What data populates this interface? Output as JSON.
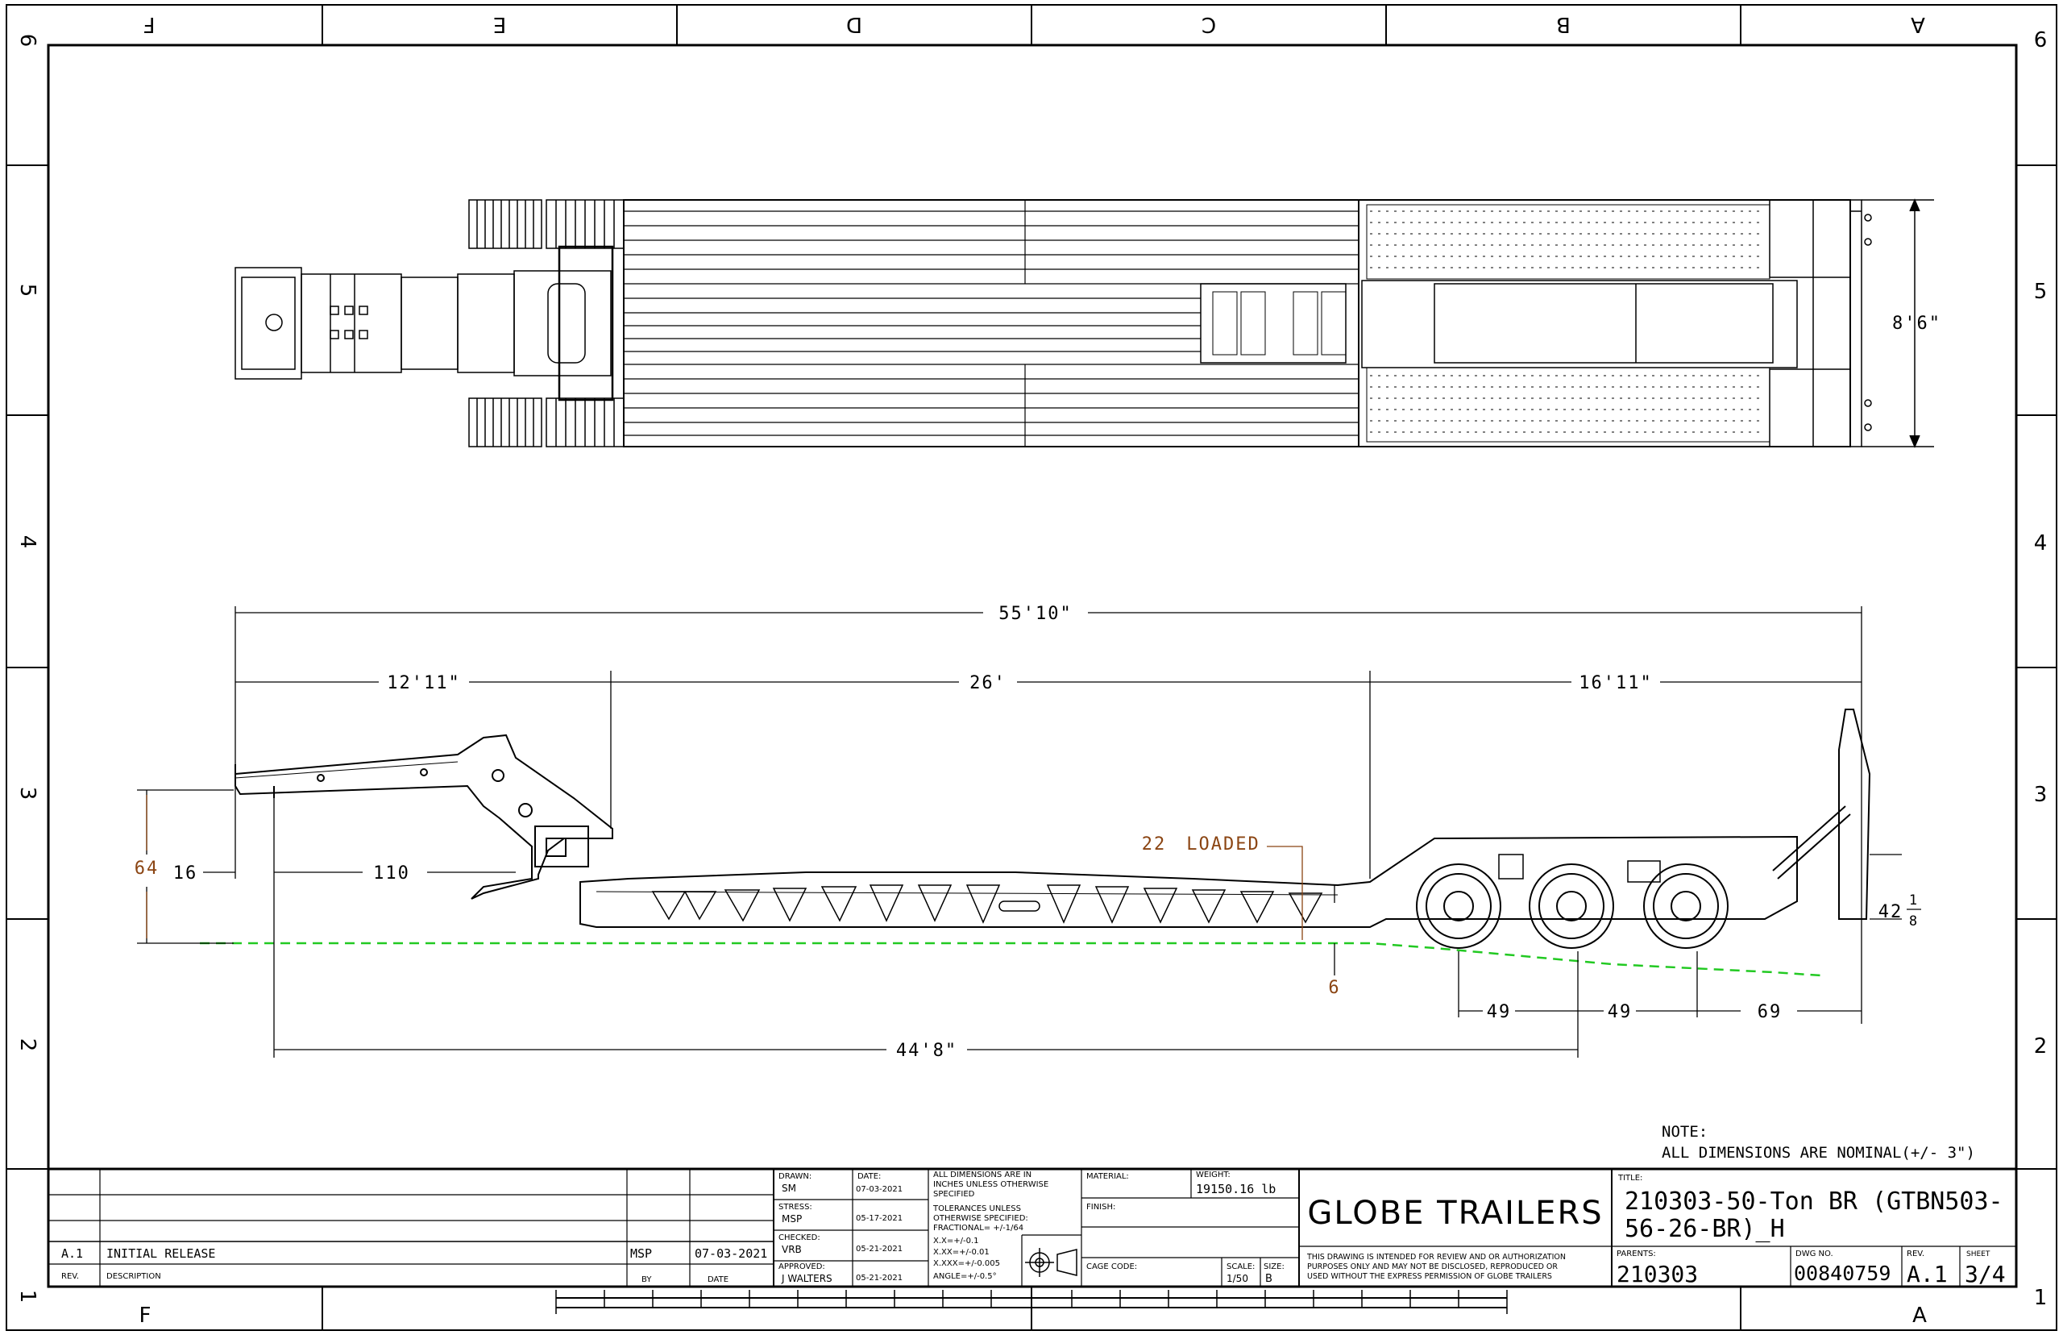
{
  "zones": {
    "columns": [
      "F",
      "E",
      "D",
      "C",
      "B",
      "A"
    ],
    "rows": [
      "6",
      "5",
      "4",
      "3",
      "2",
      "1"
    ]
  },
  "dimensions": {
    "overall_length": "55'10\"",
    "gooseneck_length": "12'11\"",
    "deck_length": "26'",
    "rear_length": "16'11\"",
    "width": "8'6\"",
    "kingpin_to_axle": "44'8\"",
    "height_64": "64",
    "d16": "16",
    "d110": "110",
    "loaded_value": "22",
    "loaded_label": "LOADED",
    "d6": "6",
    "axle1": "49",
    "axle2": "49",
    "axle3": "69",
    "rear_height_whole": "42",
    "rear_height_num": "1",
    "rear_height_den": "8"
  },
  "note": {
    "label": "NOTE:",
    "text": "ALL DIMENSIONS ARE NOMINAL(+/- 3\")"
  },
  "revision_block": {
    "rev": "A.1",
    "description": "INITIAL RELEASE",
    "by": "MSP",
    "date": "07-03-2021",
    "rev_header": "REV.",
    "description_header": "DESCRIPTION",
    "by_header": "BY",
    "date_header": "DATE"
  },
  "approvals": {
    "drawn_label": "DRAWN:",
    "drawn_by": "SM",
    "date_label": "DATE:",
    "drawn_date": "07-03-2021",
    "stress_label": "STRESS:",
    "stress_by": "MSP",
    "stress_date": "05-17-2021",
    "checked_label": "CHECKED:",
    "checked_by": "VRB",
    "checked_date": "05-21-2021",
    "approved_label": "APPROVED:",
    "approved_by": "J WALTERS",
    "approved_date": "05-21-2021"
  },
  "tolerances": {
    "line1": "ALL DIMENSIONS ARE IN",
    "line2": "INCHES UNLESS OTHERWISE",
    "line3": "SPECIFIED",
    "line4": "TOLERANCES UNLESS",
    "line5": "OTHERWISE SPECIFIED:",
    "line6": "FRACTIONAL= +/-1/64",
    "line7": "X.X=+/-0.1",
    "line8": "X.XX=+/-0.01",
    "line9": "X.XXX=+/-0.005",
    "line10": "ANGLE=+/-0.5°"
  },
  "material": {
    "material_label": "MATERIAL:",
    "weight_label": "WEIGHT:",
    "weight": "19150.16 lb",
    "finish_label": "FINISH:",
    "cage_label": "CAGE CODE:",
    "scale_label": "SCALE:",
    "scale": "1/50",
    "size_label": "SIZE:",
    "size": "B"
  },
  "company": {
    "name": "GLOBE TRAILERS",
    "disclaimer1": "THIS DRAWING IS INTENDED FOR REVIEW AND OR AUTHORIZATION",
    "disclaimer2": "PURPOSES ONLY AND MAY NOT BE DISCLOSED, REPRODUCED OR",
    "disclaimer3": "USED WITHOUT THE EXPRESS PERMISSION OF GLOBE TRAILERS"
  },
  "title_block": {
    "title_label": "TITLE:",
    "title_line1": "210303-50-Ton BR (GTBN503-",
    "title_line2": "56-26-BR)_H",
    "parents_label": "PARENTS:",
    "parents": "210303",
    "dwg_label": "DWG NO.",
    "dwg_no": "00840759",
    "rev_label": "REV.",
    "rev": "A.1",
    "sheet_label": "SHEET",
    "sheet": "3/4"
  },
  "colors": {
    "line": "#000000",
    "dim_annotation": "#8b4513",
    "ground_line": "#22c922"
  }
}
